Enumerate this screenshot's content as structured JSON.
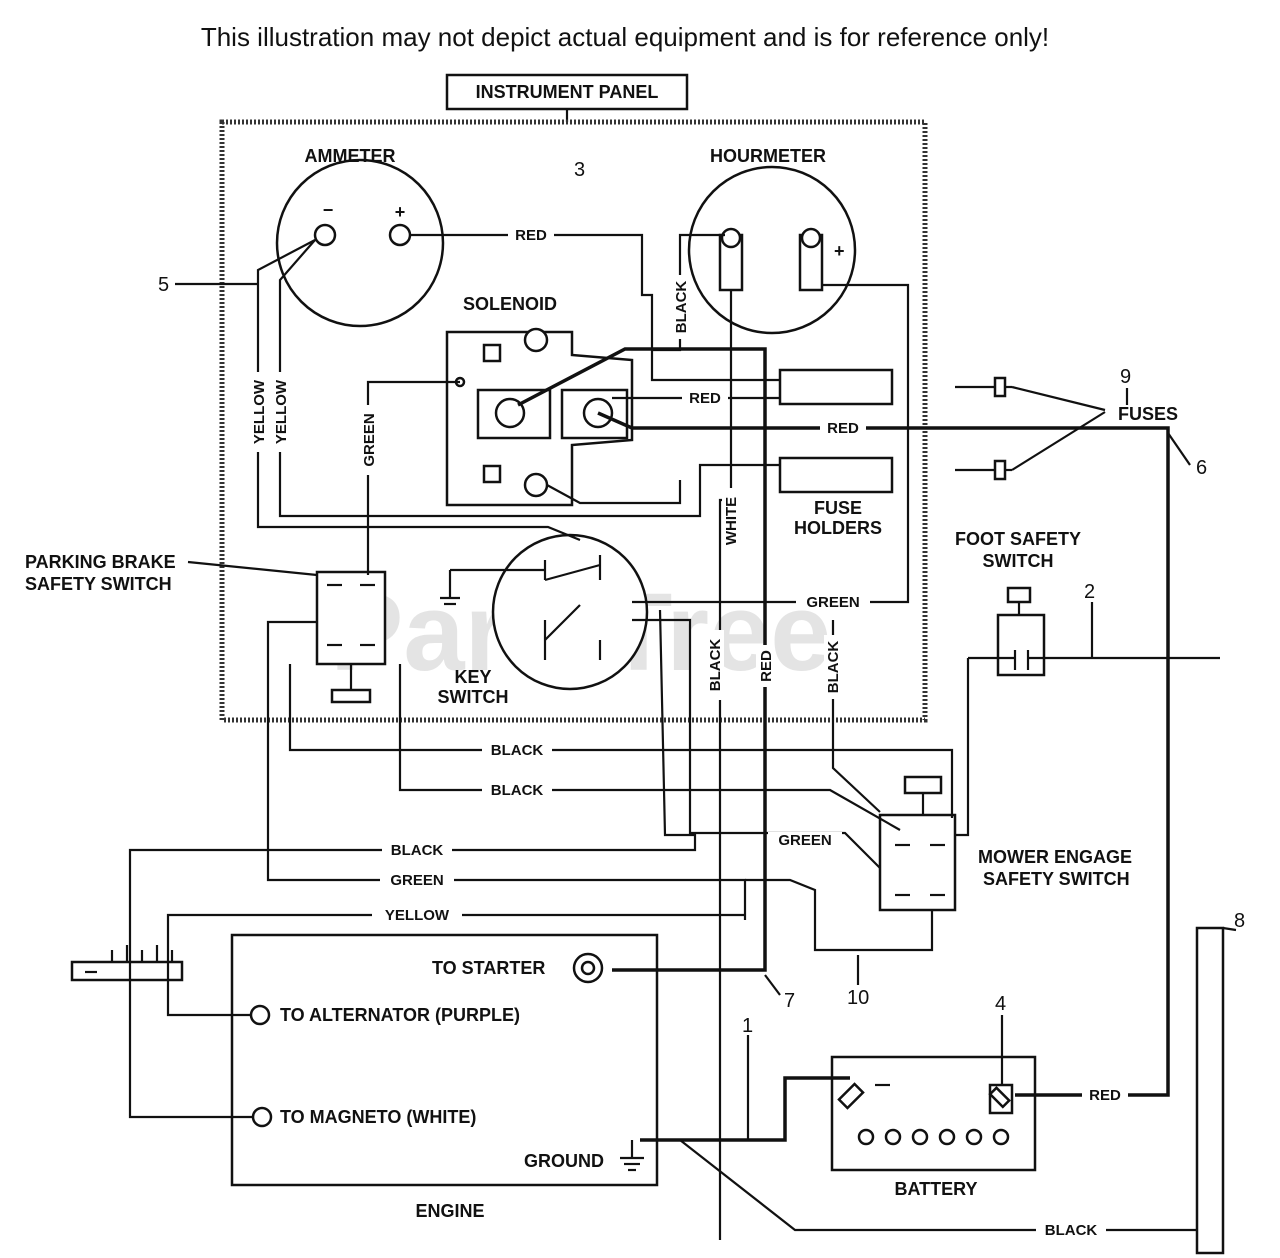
{
  "note": "This illustration may not depict actual equipment and is for reference only!",
  "watermark": "PartsTree",
  "labels": {
    "instrument_panel": "INSTRUMENT PANEL",
    "ammeter": "AMMETER",
    "hourmeter": "HOURMETER",
    "solenoid": "SOLENOID",
    "fuses": "FUSES",
    "fuse_holders_1": "FUSE",
    "fuse_holders_2": "HOLDERS",
    "foot_safety_1": "FOOT SAFETY",
    "foot_safety_2": "SWITCH",
    "parking_brake_1": "PARKING BRAKE",
    "parking_brake_2": "SAFETY SWITCH",
    "key_switch_1": "KEY",
    "key_switch_2": "SWITCH",
    "mower_engage_1": "MOWER ENGAGE",
    "mower_engage_2": "SAFETY SWITCH",
    "to_starter": "TO STARTER",
    "to_alternator": "TO ALTERNATOR (PURPLE)",
    "to_magneto": "TO MAGNETO (WHITE)",
    "ground": "GROUND",
    "engine": "ENGINE",
    "battery": "BATTERY",
    "minus": "−",
    "plus": "+"
  },
  "callouts": [
    "1",
    "2",
    "3",
    "4",
    "5",
    "6",
    "7",
    "8",
    "9",
    "10"
  ],
  "wire_colors": {
    "red": "RED",
    "black": "BLACK",
    "yellow": "YELLOW",
    "green": "GREEN",
    "white": "WHITE"
  }
}
